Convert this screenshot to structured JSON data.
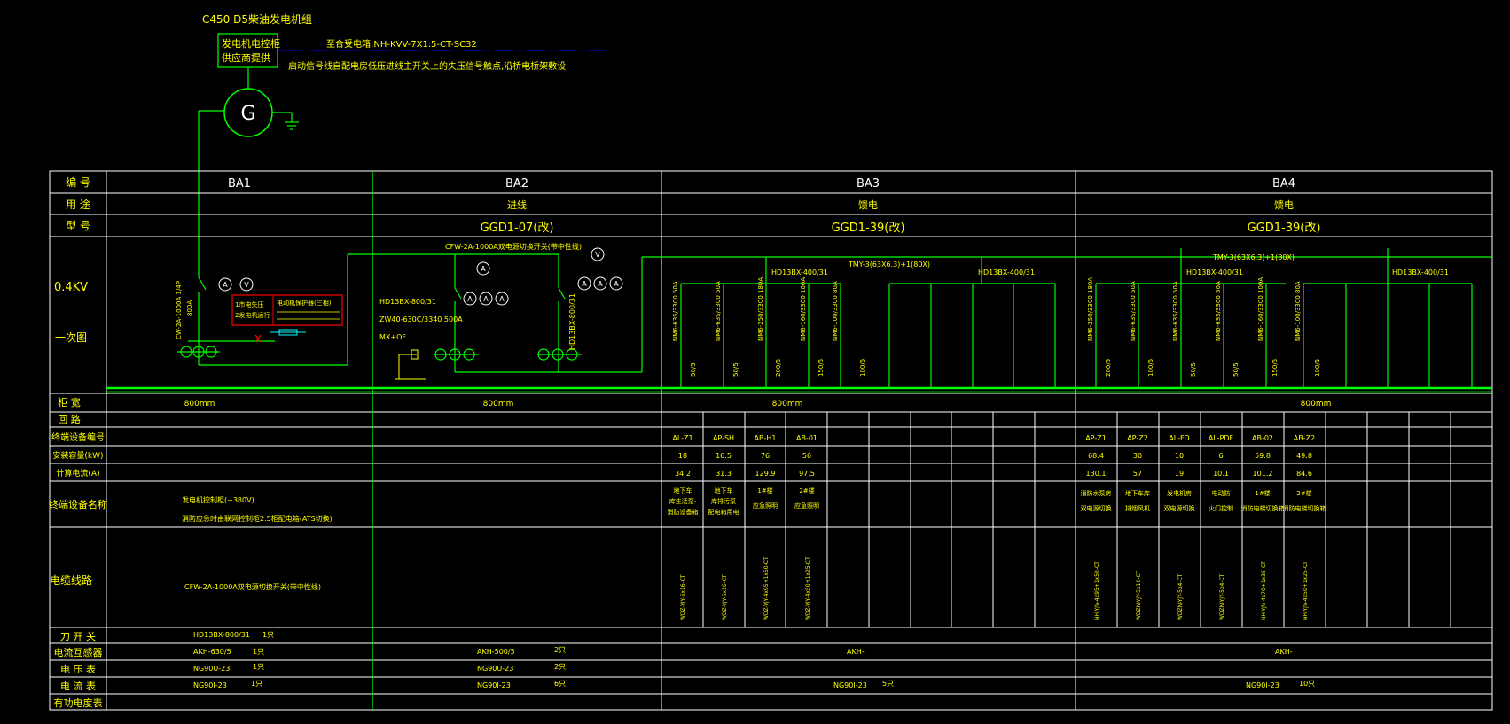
{
  "colors": {
    "background": "#000000",
    "yellow": "#ffff00",
    "white": "#ffffff",
    "green": "#00ff00",
    "red": "#ff0000",
    "blue": "#0000ff",
    "cyan": "#00ffff"
  },
  "header": {
    "gen_title": "C450 D5柴油发电机组",
    "ctrl_box_line1": "发电机电控柜",
    "ctrl_box_line2": "供应商提供",
    "cable_note": "至合受电箱:NH-KVV-7X1.5-CT-SC32",
    "start_note": "启动信号线自配电房低压进线主开关上的失压信号触点,沿桥电桥架敷设",
    "gen_symbol": "G"
  },
  "row_labels": {
    "number": "编  号",
    "purpose": "用  途",
    "model": "型  号",
    "voltage": "0.4KV",
    "one_line": "一次图",
    "width": "柜  宽",
    "circuit": "回  路",
    "terminal_no": "终端设备编号",
    "capacity": "安装容量(kW)",
    "current": "计算电流(A)",
    "terminal_name": "终端设备名称",
    "cable": "电缆线路",
    "knife_switch": "刀 开 关",
    "ct": "电流互感器",
    "voltmeter": "电 压 表",
    "ammeter": "电 流 表",
    "energy_meter": "有功电度表"
  },
  "panels": [
    {
      "id": "BA1",
      "purpose": "",
      "model": "",
      "width": "800mm",
      "breaker_label": "CW-2A-1000A 1/4P",
      "breaker_rating": "800A",
      "red_box": [
        "1市电失压",
        "2发电机运行",
        "电动机保护器(三相)"
      ],
      "terminal_name_1": "发电机控制柜(~380V)",
      "terminal_name_2": "消防应急时由联网控制柜2.5柜配电箱(ATS切换)",
      "cable": "CFW-2A-1000A双电源切换开关(带中性线)",
      "knife_switch": "HD13BX-800/31",
      "knife_qty": "1只",
      "ct": "AKH-630/5",
      "ct_qty": "1只",
      "voltmeter": "NG90U-23",
      "voltmeter_qty": "1只",
      "ammeter": "NG90I-23",
      "ammeter_qty": "1只"
    },
    {
      "id": "BA2",
      "purpose": "进线",
      "model": "GGD1-07(改)",
      "width": "800mm",
      "top_note": "CFW-2A-1000A双电源切换开关(带中性线)",
      "switch_label_1": "HD13BX-800/31",
      "switch_label_2": "ZW40-630C/3340 500A",
      "switch_label_3": "MX+OF",
      "switch_label_4": "HD13BX-800/31",
      "ct": "AKH-500/5",
      "ct_qty": "2只",
      "voltmeter": "NG90U-23",
      "voltmeter_qty": "2只",
      "ammeter": "NG90I-23",
      "ammeter_qty": "6只"
    },
    {
      "id": "BA3",
      "purpose": "馈电",
      "model": "GGD1-39(改)",
      "width": "800mm",
      "busbar": "TMY-3(63X6.3)+1(80X)",
      "knife_1": "HD13BX-400/31",
      "knife_2": "HD13BX-400/31",
      "breakers": [
        "NM6-63S/3300 50A",
        "NM6-63S/3300 50A",
        "NM6-250/3300 180A",
        "NM6-160/3300 100A",
        "NM6-100/3300 80A"
      ],
      "cts": [
        "50/5",
        "50/5",
        "200/5",
        "150/5",
        "100/5"
      ],
      "terminal_no": [
        "AL-Z1",
        "AP-SH",
        "AB-H1",
        "AB-01"
      ],
      "capacity": [
        "18",
        "16.5",
        "76",
        "56"
      ],
      "current": [
        "34.2",
        "31.3",
        "129.9",
        "97.5"
      ],
      "terminal_names": [
        [
          "地下车",
          "库生活泵-",
          "消防设备箱"
        ],
        [
          "地下车",
          "库排污泵",
          "配电箱用电"
        ],
        [
          "1#楼",
          "应急照明"
        ],
        [
          "2#楼",
          "应急照明"
        ]
      ],
      "cables": [
        "WDZ-YJY-5x16-CT",
        "WDZ-YJY-5x16-CT",
        "WDZ-YJY-4x95+1x50-CT",
        "WDZ-YJY-4x50+1x25-CT"
      ],
      "ct": "AKH-",
      "ammeter": "NG90I-23",
      "ammeter_qty": "5只"
    },
    {
      "id": "BA4",
      "purpose": "馈电",
      "model": "GGD1-39(改)",
      "width": "800mm",
      "busbar": "TMY-3(63X6.3)+1(80X)",
      "knife_1": "HD13BX-400/31",
      "knife_2": "HD13BX-400/31",
      "breakers": [
        "NM6-250/3300 180A",
        "NM6-63S/3300 50A",
        "NM6-63S/3300 50A",
        "NM6-63S/3300 50A",
        "NM6-160/3300 100A",
        "NM6-100/3300 80A"
      ],
      "cts": [
        "200/5",
        "100/5",
        "50/5",
        "50/5",
        "150/5",
        "100/5"
      ],
      "terminal_no": [
        "AP-Z1",
        "AP-Z2",
        "AL-FD",
        "AL-PDF",
        "AB-02",
        "AB-Z2"
      ],
      "capacity": [
        "68.4",
        "30",
        "10",
        "6",
        "59.8",
        "49.8"
      ],
      "current": [
        "130.1",
        "57",
        "19",
        "10.1",
        "101.2",
        "84.6"
      ],
      "terminal_names": [
        [
          "消防水泵房",
          "双电源切换"
        ],
        [
          "地下车库",
          "排烟风机"
        ],
        [
          "发电机房",
          "双电源切换"
        ],
        [
          "电动防",
          "火门控制"
        ],
        [
          "1#楼",
          "消防电梯切换箱"
        ],
        [
          "2#楼",
          "消防电梯切换箱"
        ]
      ],
      "cables": [
        "NH-YJV-4x95+1x50-CT",
        "WDZN-YJY-5x16-CT",
        "WDZN-YJY-5x4-CT",
        "WDZN-YJY-5x4-CT",
        "NH-YJV-4x70+1x35-CT",
        "NH-YJV-4x50+1x25-CT"
      ],
      "ct": "AKH-",
      "ammeter": "NG90I-23",
      "ammeter_qty": "10只"
    }
  ]
}
